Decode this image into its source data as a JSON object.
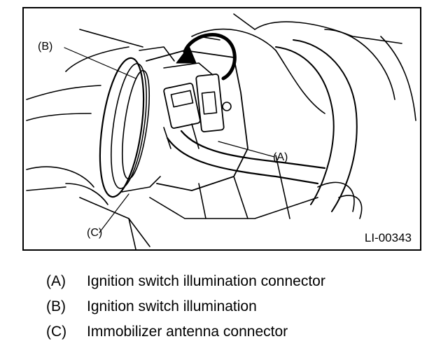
{
  "figure": {
    "ref_id": "LI-00343",
    "callouts": [
      {
        "key": "A",
        "label": "(A)"
      },
      {
        "key": "B",
        "label": "(B)"
      },
      {
        "key": "C",
        "label": "(C)"
      }
    ]
  },
  "legend": [
    {
      "key": "(A)",
      "text": "Ignition switch illumination connector"
    },
    {
      "key": "(B)",
      "text": "Ignition switch illumination"
    },
    {
      "key": "(C)",
      "text": "Immobilizer antenna connector"
    }
  ]
}
